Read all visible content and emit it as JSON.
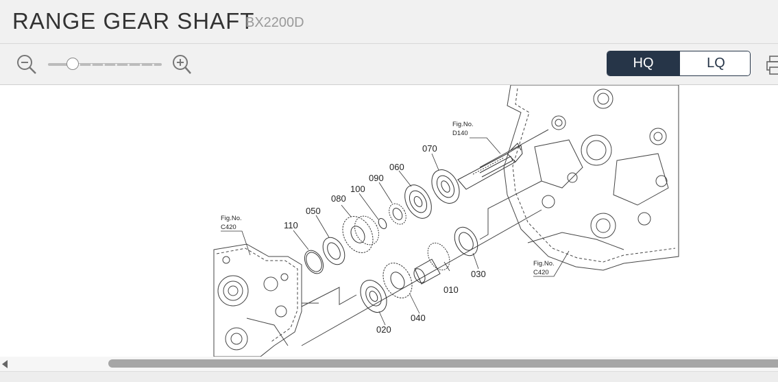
{
  "header": {
    "title": "RANGE GEAR SHAFT",
    "model": "BX2200D"
  },
  "toolbar": {
    "zoom_out_icon": "zoom-out-icon",
    "zoom_in_icon": "zoom-in-icon",
    "zoom_level": 0.1,
    "quality": {
      "hq_label": "HQ",
      "lq_label": "LQ",
      "selected": "HQ"
    },
    "print_icon": "printer-icon"
  },
  "diagram": {
    "parts": [
      "010",
      "020",
      "030",
      "040",
      "050",
      "060",
      "070",
      "080",
      "090",
      "100",
      "110"
    ],
    "fig_refs": [
      {
        "line1": "Fig.No.",
        "line2": "D140"
      },
      {
        "line1": "Fig.No.",
        "line2": "C420"
      },
      {
        "line1": "Fig.No.",
        "line2": "C420"
      }
    ]
  },
  "colors": {
    "accent": "#263548",
    "background": "#f1f1f1",
    "scrollbar": "#a6a6a6"
  }
}
